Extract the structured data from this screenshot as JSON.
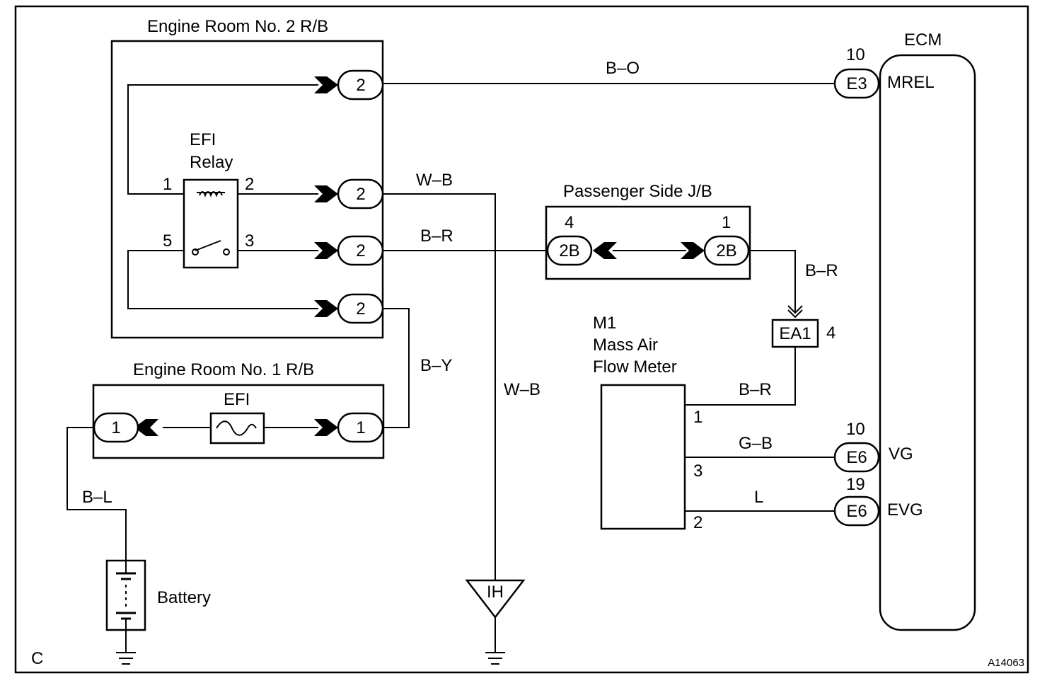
{
  "corner_label": "C",
  "figure_code": "A14063",
  "engine_room_2": {
    "title": "Engine Room No. 2 R/B",
    "relay_label_1": "EFI",
    "relay_label_2": "Relay",
    "relay_pins": [
      "1",
      "2",
      "5",
      "3"
    ],
    "connector": "2"
  },
  "engine_room_1": {
    "title": "Engine Room No. 1 R/B",
    "fuse_label": "EFI",
    "connector": "1"
  },
  "passenger_jb": {
    "title": "Passenger Side J/B",
    "connector": "2B",
    "pin_left": "4",
    "pin_right": "1"
  },
  "ecm": {
    "title": "ECM",
    "terminals": [
      {
        "pin": "10",
        "connector": "E3",
        "name": "MREL"
      },
      {
        "pin": "10",
        "connector": "E6",
        "name": "VG"
      },
      {
        "pin": "19",
        "connector": "E6",
        "name": "EVG"
      }
    ]
  },
  "maf": {
    "code": "M1",
    "line1": "Mass Air",
    "line2": "Flow Meter",
    "pins": [
      "1",
      "3",
      "2"
    ]
  },
  "ea1": {
    "label": "EA1",
    "pin": "4"
  },
  "battery": {
    "label": "Battery"
  },
  "ground_label": "IH",
  "wires": {
    "b_o": "B–O",
    "w_b_top": "W–B",
    "b_r_mid": "B–R",
    "b_r_right": "B–R",
    "b_y": "B–Y",
    "w_b_vertical": "W–B",
    "b_r_maf": "B–R",
    "g_b": "G–B",
    "l": "L",
    "b_l": "B–L"
  }
}
